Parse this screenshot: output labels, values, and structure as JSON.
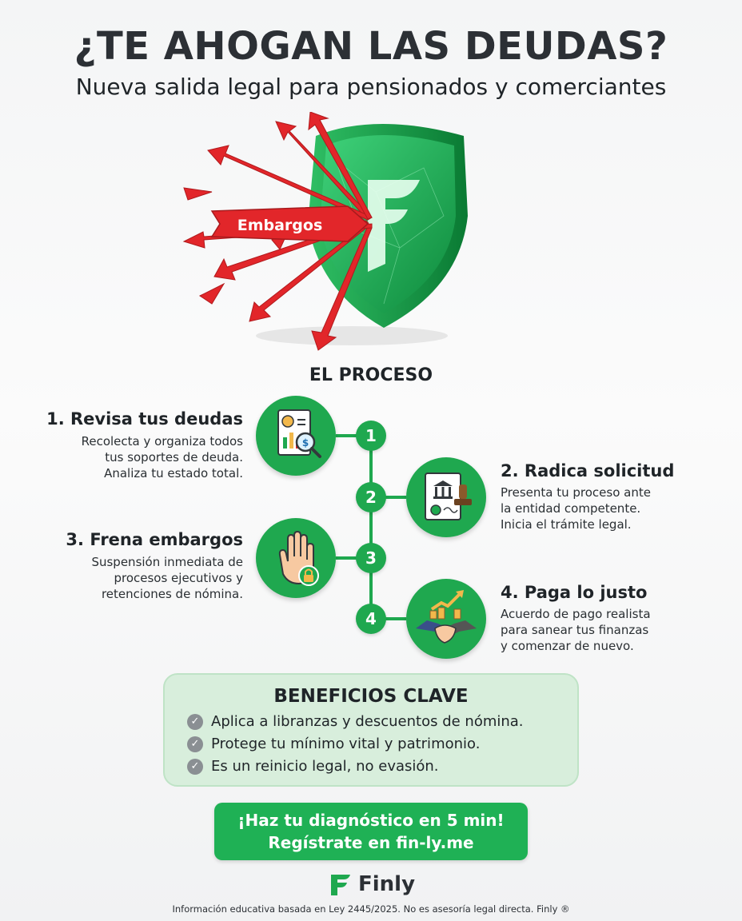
{
  "header": {
    "title": "¿TE AHOGAN LAS DEUDAS?",
    "subtitle": "Nueva salida legal para pensionados y comerciantes"
  },
  "hero": {
    "arrow_label": "Embargos",
    "shield_icon": "shield-f-icon",
    "arrows_icon": "red-arrows-icon",
    "colors": {
      "shield": "#1fa84f",
      "arrows": "#e2262a"
    }
  },
  "process": {
    "title": "EL PROCESO",
    "steps": [
      {
        "number": "1",
        "title": "1. Revisa tus deudas",
        "desc": [
          "Recolecta y organiza todos",
          "tus soportes de deuda.",
          "Analiza tu estado total."
        ],
        "icon": "document-search-icon"
      },
      {
        "number": "2",
        "title": "2. Radica solicitud",
        "desc": [
          "Presenta tu proceso ante",
          "la entidad competente.",
          "Inicia el trámite legal."
        ],
        "icon": "stamp-document-icon"
      },
      {
        "number": "3",
        "title": "3. Frena embargos",
        "desc": [
          "Suspensión inmediata de",
          "procesos ejecutivos y",
          "retenciones de nómina."
        ],
        "icon": "stop-hand-lock-icon"
      },
      {
        "number": "4",
        "title": "4. Paga lo justo",
        "desc": [
          "Acuerdo de pago realista",
          "para sanear tus finanzas",
          "y comenzar de nuevo."
        ],
        "icon": "handshake-coins-icon"
      }
    ]
  },
  "benefits": {
    "title": "BENEFICIOS CLAVE",
    "items": [
      "Aplica a libranzas y descuentos de nómina.",
      "Protege tu mínimo vital y patrimonio.",
      "Es un reinicio legal, no evasión."
    ]
  },
  "cta": {
    "line1": "¡Haz tu diagnóstico en 5 min!",
    "line2": "Regístrate en fin-ly.me"
  },
  "brand": {
    "name": "Finly",
    "color": "#1fa84f"
  },
  "footer": "Información educativa basada en Ley 2445/2025. No es asesoría legal directa. Finly ®"
}
